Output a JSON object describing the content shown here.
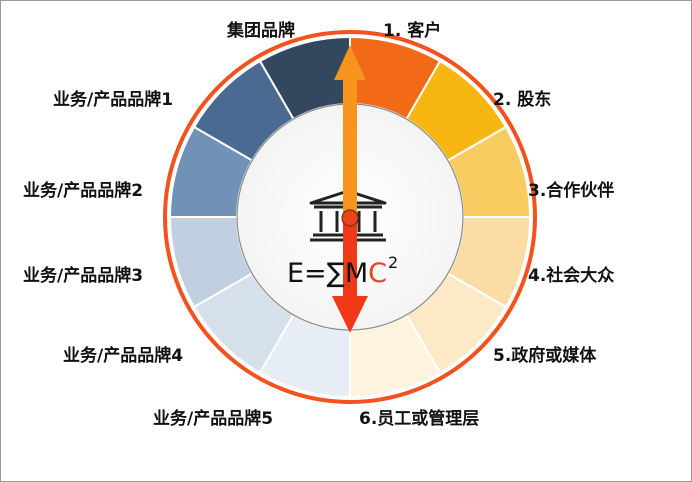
{
  "diagram": {
    "top_label": "集团品牌",
    "left_labels": [
      "业务/产品品牌1",
      "业务/产品品牌2",
      "业务/产品品牌3",
      "业务/产品品牌4",
      "业务/产品品牌5"
    ],
    "right_labels": [
      "1. 客户",
      "2. 股东",
      "3.合作伙伴",
      "4.社会大众",
      "5.政府或媒体",
      "6.员工或管理层"
    ],
    "formula": {
      "base": "E=∑M",
      "accent": "C",
      "exponent": "2"
    },
    "center_icon": "bank-building-icon"
  },
  "colors": {
    "outer_ring": "#f2521d",
    "arrow_up": "#f7941d",
    "arrow_down": "#f03a17",
    "left_segments": [
      "#33475f",
      "#4b6a91",
      "#6f92b6",
      "#c1d0e0",
      "#d6e0eb",
      "#e7edf4"
    ],
    "right_segments": [
      "#f26a16",
      "#f7b612",
      "#f9cc62",
      "#fbdca5",
      "#fde9c6",
      "#fef3df"
    ]
  }
}
